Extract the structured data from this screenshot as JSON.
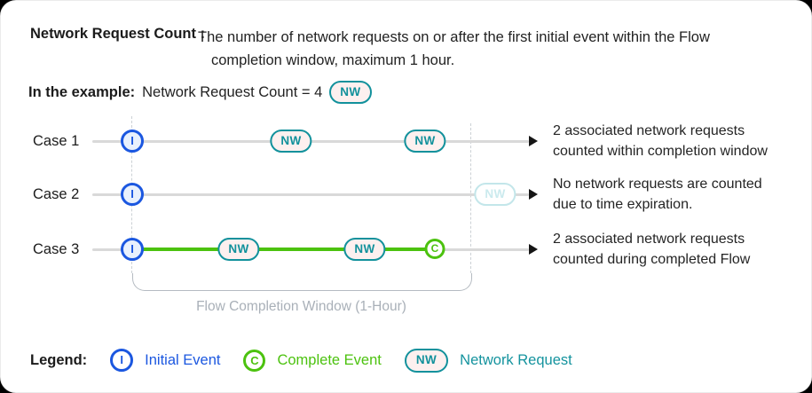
{
  "header": {
    "term": "Network Request Count :",
    "definition_line1": "The number of network requests on or after the first initial event within the Flow",
    "definition_line2": "completion window, maximum 1 hour."
  },
  "example": {
    "label": "In the example:",
    "text": "Network Request Count = 4",
    "badge": "NW"
  },
  "badges": {
    "initial": "I",
    "complete": "C",
    "network": "NW"
  },
  "cases": [
    {
      "label": "Case 1",
      "description_line1": "2 associated network requests",
      "description_line2": "counted within completion window"
    },
    {
      "label": "Case 2",
      "description_line1": "No network requests are counted",
      "description_line2": "due to time expiration."
    },
    {
      "label": "Case 3",
      "description_line1": "2 associated network requests",
      "description_line2": "counted during completed Flow"
    }
  ],
  "window_label": "Flow Completion Window (1-Hour)",
  "legend": {
    "title": "Legend:",
    "items": [
      {
        "badge": "I",
        "label": "Initial Event"
      },
      {
        "badge": "C",
        "label": "Complete Event"
      },
      {
        "badge": "NW",
        "label": "Network Request"
      }
    ]
  },
  "colors": {
    "blue": "#1b57e0",
    "green": "#4cc20f",
    "teal": "#12919c",
    "pill_fill": "#fdf0ef",
    "timeline_gray": "#d9d9d9",
    "faded_teal": "#c3e6ea",
    "muted_gray": "#a9b0b8"
  }
}
